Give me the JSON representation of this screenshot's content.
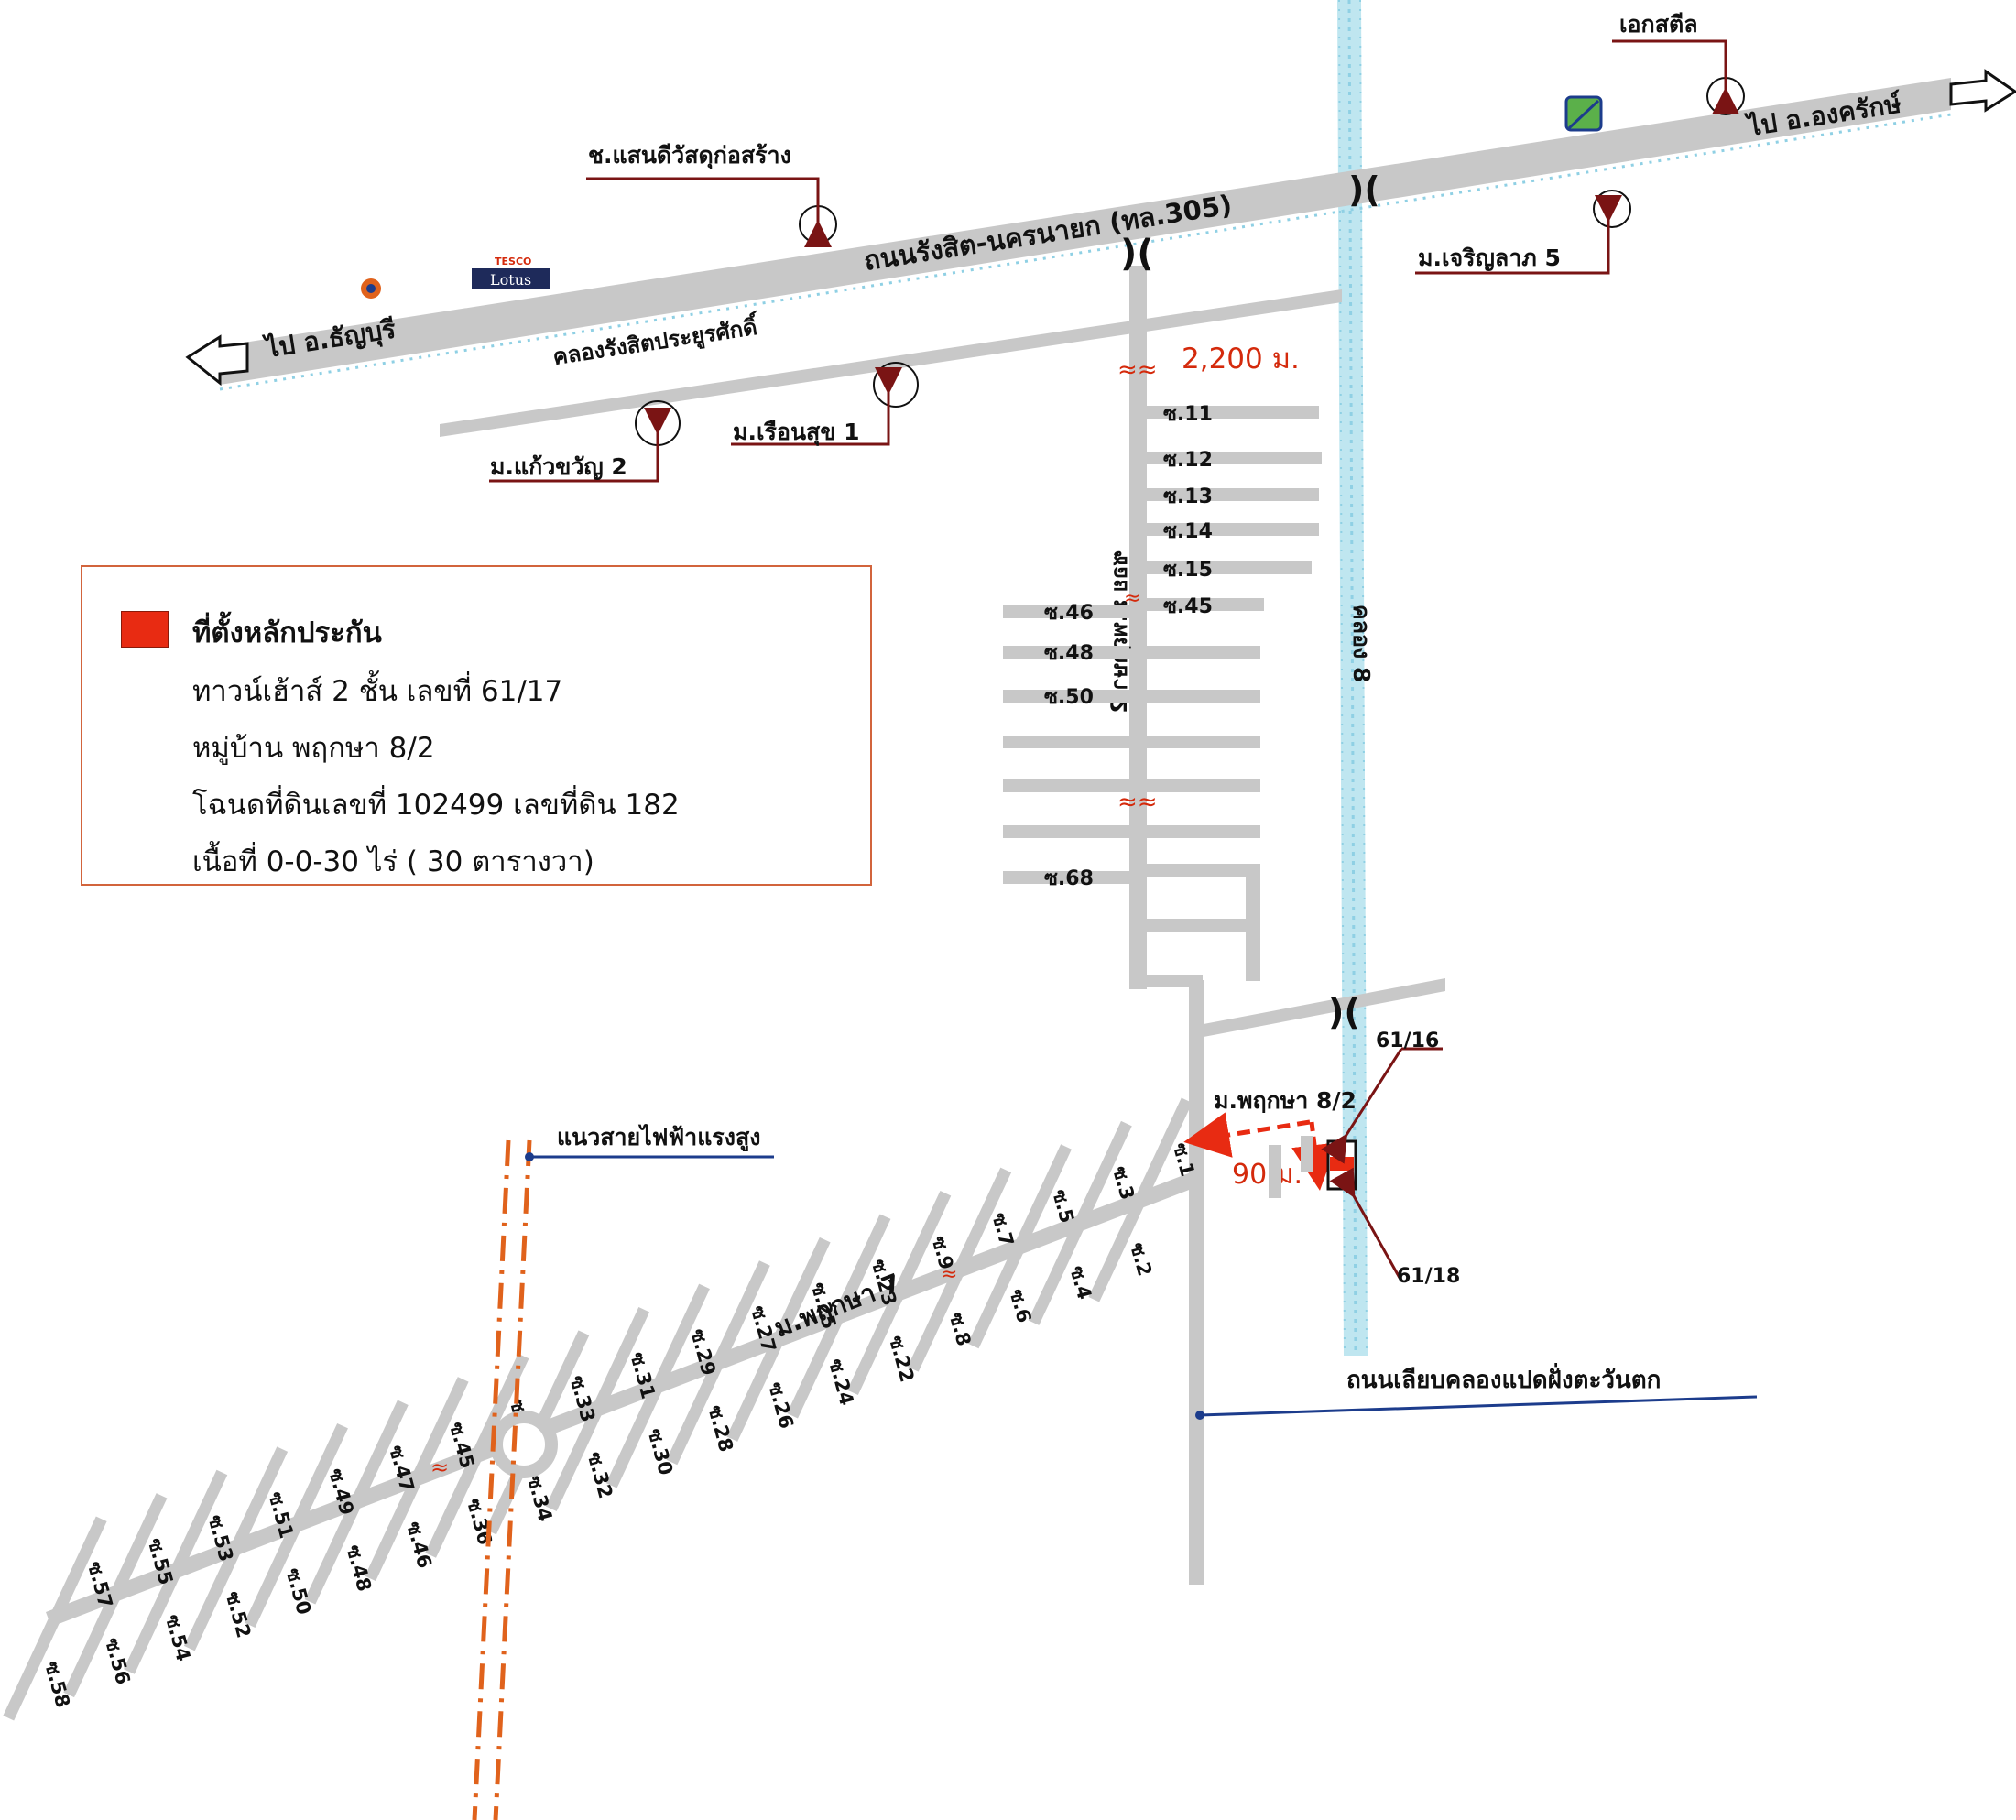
{
  "main_road": {
    "name": "ถนนรังสิต-นครนายก (ทล.305)",
    "to_west": "ไป อ.ธัญบุรี",
    "to_east": "ไป อ.องครักษ์"
  },
  "canal_rangsit": "คลองรังสิตประยูรศักดิ์",
  "canal_8": "คลอง 8",
  "soi_main": "ซอย ม.พฤกษา 2",
  "moo_road": "ม.พฤกษา 7",
  "landmarks": {
    "sandee": "ช.แสนดีวัสดุก่อสร้าง",
    "eksteel": "เอกสตีล",
    "charoen": "ม.เจริญลาภ 5",
    "ruensuk": "ม.เรือนสุข 1",
    "kaewkwan": "ม.แก้วขวัญ 2",
    "tesco_top": "TESCO",
    "tesco_bottom": "Lotus",
    "pruksa82": "ม.พฤกษา 8/2",
    "house_left": "61/16",
    "house_right": "61/18",
    "powerline": "แนวสายไฟฟ้าแรงสูง",
    "west_canal_road": "ถนนเลียบคลองแปดฝั่งตะวันตก"
  },
  "distances": {
    "d2200": "2,200 ม.",
    "d90": "90 ม."
  },
  "soi_east": [
    "ซ.11",
    "ซ.12",
    "ซ.13",
    "ซ.14",
    "ซ.15",
    "ซ.45"
  ],
  "soi_west": [
    "ซ.46",
    "ซ.48",
    "ซ.50",
    "ซ.68"
  ],
  "diag_top": [
    "ซ.1",
    "ซ.3",
    "ซ.5",
    "ซ.7",
    "ซ.9",
    "ซ.23",
    "ซ.25",
    "ซ.27",
    "ซ.29",
    "ซ.31",
    "ซ.33",
    "ซ.35",
    "ซ.45",
    "ซ.47",
    "ซ.49",
    "ซ.51",
    "ซ.53",
    "ซ.55",
    "ซ.57"
  ],
  "diag_bottom": [
    "ซ.2",
    "ซ.4",
    "ซ.6",
    "ซ.8",
    "ซ.22",
    "ซ.24",
    "ซ.26",
    "ซ.28",
    "ซ.30",
    "ซ.32",
    "ซ.34",
    "ซ.36",
    "ซ.46",
    "ซ.48",
    "ซ.50",
    "ซ.52",
    "ซ.54",
    "ซ.56",
    "ซ.58"
  ],
  "legend": {
    "title": "ที่ตั้งหลักประกัน",
    "line1": "ทาวน์เฮ้าส์ 2 ชั้น เลขที่ 61/17",
    "line2": "หมู่บ้าน พฤกษา 8/2",
    "line3": "โฉนดที่ดินเลขที่  102499  เลขที่ดิน  182",
    "line4": "เนื้อที่ 0-0-30 ไร่ ( 30 ตารางวา)"
  },
  "colors": {
    "road": "#c8c8c8",
    "marker_red": "#e82b12",
    "arrow_dark_red": "#7a1414",
    "distance_red": "#d42a0c",
    "powerline_orange": "#e0621c",
    "canal_blue": "#9fd8e8",
    "leader_blue": "#1c3c8c"
  }
}
